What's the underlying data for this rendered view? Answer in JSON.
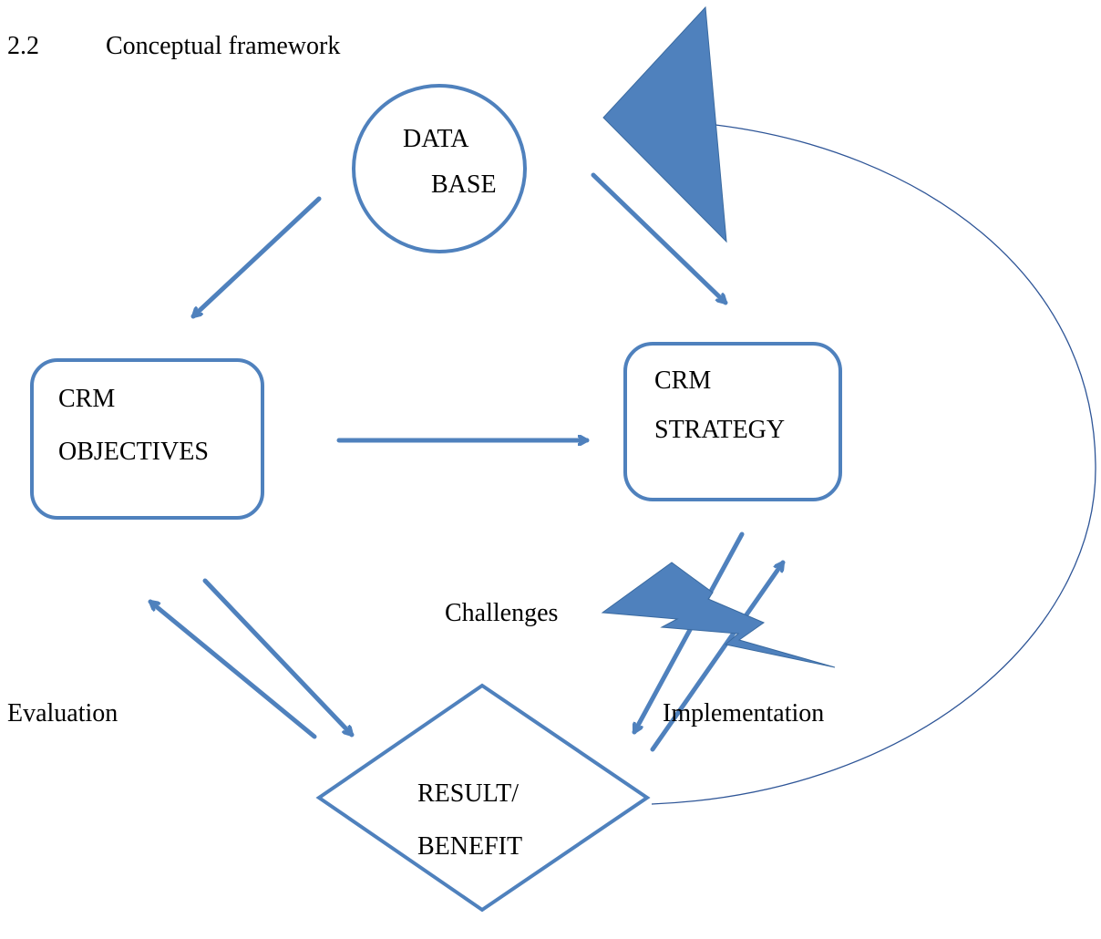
{
  "heading": {
    "number": "2.2",
    "title": "Conceptual framework"
  },
  "nodes": {
    "database": {
      "line1": "DATA",
      "line2": "BASE"
    },
    "objectives": {
      "line1": "CRM",
      "line2": "OBJECTIVES"
    },
    "strategy": {
      "line1": "CRM",
      "line2": "STRATEGY"
    },
    "result": {
      "line1": "RESULT/",
      "line2": "BENEFIT"
    }
  },
  "labels": {
    "challenges": "Challenges",
    "evaluation": "Evaluation",
    "implementation": "Implementation"
  },
  "colors": {
    "stroke": "#4f81bd",
    "fill": "#4f81bd",
    "loop": "#2e5597",
    "text": "#000000"
  }
}
